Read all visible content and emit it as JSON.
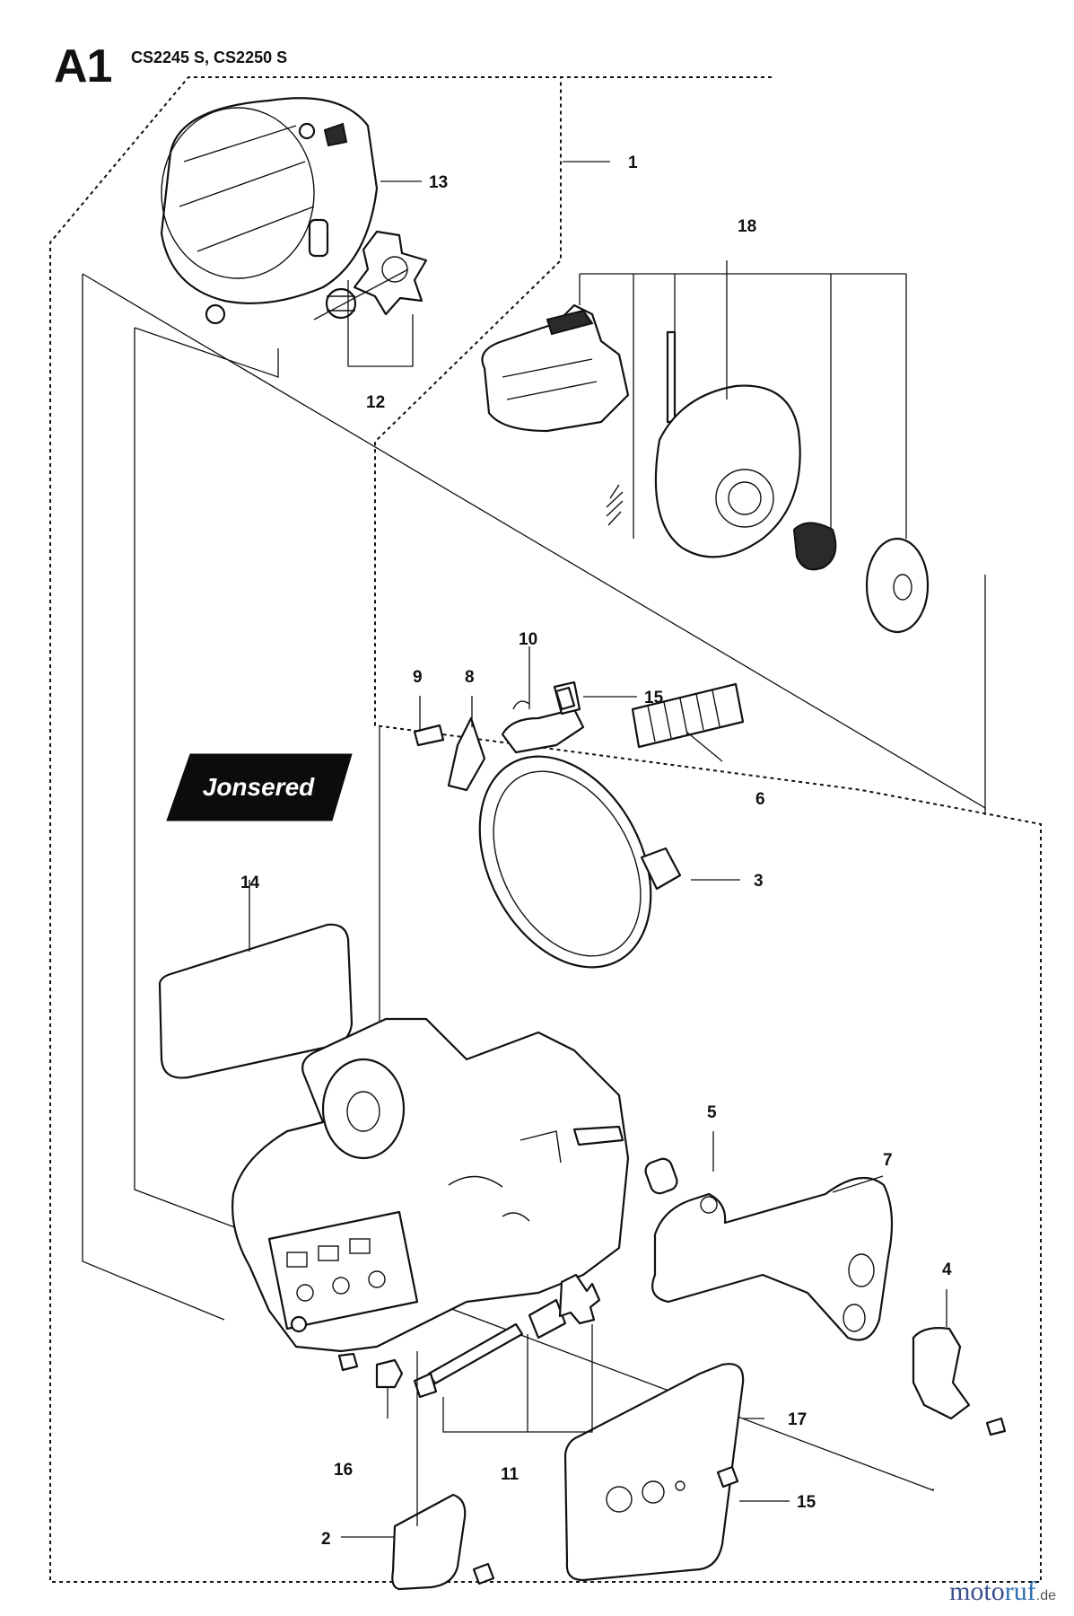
{
  "header": {
    "section": "A1",
    "models": "CS2245 S, CS2250 S"
  },
  "brand_label": "Jonsered",
  "callouts": {
    "c1": "1",
    "c2": "2",
    "c3": "3",
    "c4": "4",
    "c5": "5",
    "c6": "6",
    "c7": "7",
    "c8": "8",
    "c9": "9",
    "c10": "10",
    "c11": "11",
    "c12": "12",
    "c13": "13",
    "c14": "14",
    "c15a": "15",
    "c15b": "15",
    "c16": "16",
    "c17": "17",
    "c18": "18"
  },
  "watermark": {
    "a": "moto",
    "b": "ruf",
    "c": ".de"
  }
}
